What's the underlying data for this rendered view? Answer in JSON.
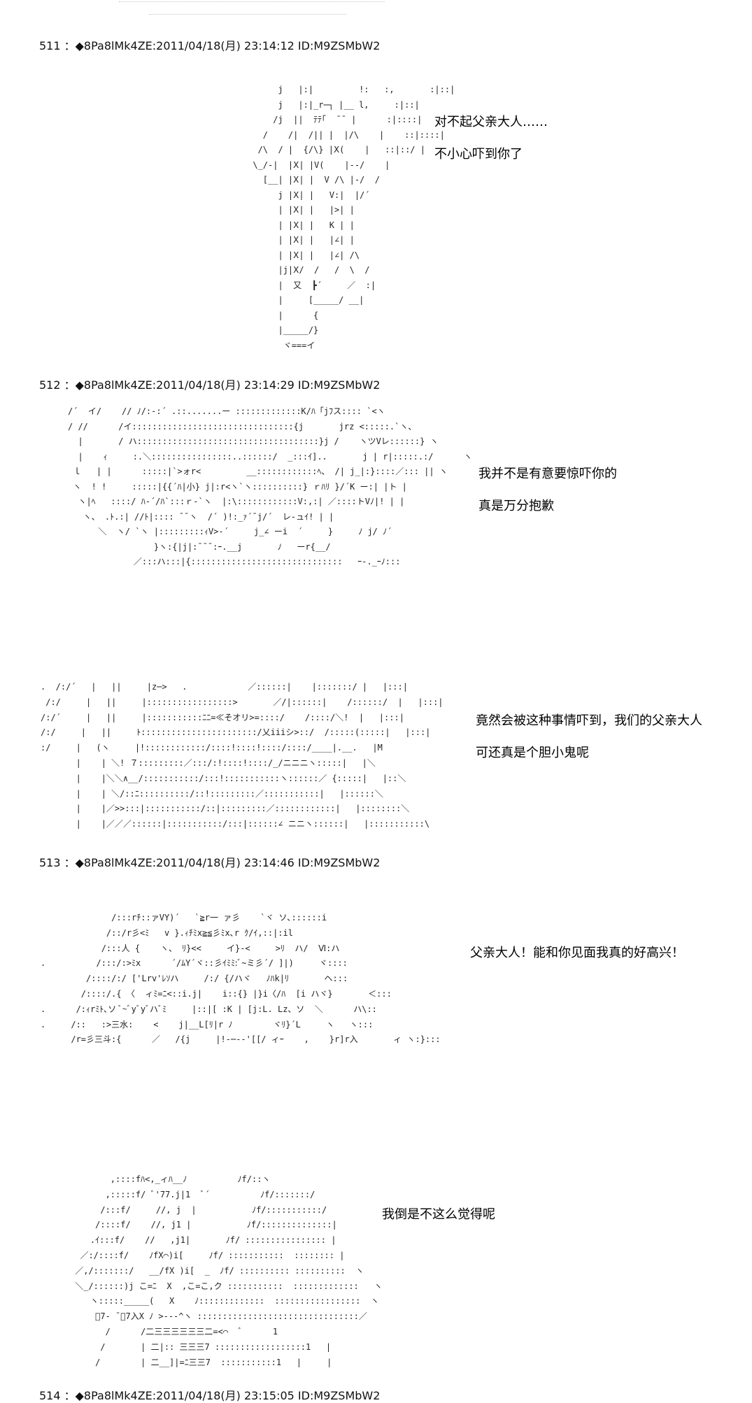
{
  "top": {
    "rule_top": "................................................................",
    "rule_bottom": "........................................................"
  },
  "posts": [
    {
      "header": "511 ：◆8Pa8lMk4ZE:2011/04/18(月) 23:14:12 ID:M9ZSMbW2",
      "panels": [
        {
          "art": "           j   |:|         !:   :,       :|::|\n           j   |:|_r─┐ |__ l,     :|::|\n          /j  ||  ﾃﾃ｢  ¯¯ |      :|::::|\n        /    /|  /|| |  |/\\    |    ::|::::|\n       /\\  / |  {/\\} |Ⅹ(    |   ::|::/ |\n      \\_/‐|  |Ⅹ| |V(    |‐‐/    |\n        [__| |Ⅹ| |  V /\\ |‐/  /\n           j |Ⅹ| |   V:|  |/´\n           | |Ⅹ| |   |>| |\n           | |Ⅹ| |   K | |\n           | |Ⅹ| |   |∠| |\n           | |Ⅹ| |   |∠| /\\\n           |j|Ⅹ/  /   /  \\  /\n           |  又  ┣´     ／  :|\n           |     [_____/ __|\n           |      {\n           |_____/}\n            ヾ===イ",
          "lines": [
            "对不起父亲大人……",
            "不小心吓到你了"
          ]
        }
      ]
    },
    {
      "header": "512 ：◆8Pa8lMk4ZE:2011/04/18(月) 23:14:29 ID:M9ZSMbW2",
      "panels": [
        {
          "art": "/´  イ/    // ﾉ/:-:´ .::.......ー :::::::::::::K/ﾊ「jﾌス:::: `<ヽ\n/ //      /イ::::::::::::::::::::::::::::::::{j       jrz <:::::.`ヽ、\n  |       / ハ::::::::::::::::::::::::::::::::::::}j /    ヽツVレ::::::} ヽ\n  |    ｨ     :.＼::::::::::::::::..::::::/  _:::ｲ]..       j | r|:::::.:/      ヽ\n ｌ   | |      :::::|`>ォr<         __::::::::::::ﾍ、 /| j_|:}::::／::: || ヽ\n ヽ  ! !     :::::|{{´ﾊ|小} j|:r<ヽ`ヽ::::::::::} ｒﾊﾘ }/´K ー:| |ト |\n  ヽ|ﾍ   ::::/ ﾊ-´/ﾊ`:::ｒ-`ヽ  |:\\::::::::::::V:,:| ／::::トVﾉ|! | |\n   ヽ、 .ﾄ.:| //ﾄ|:::: ¯¯ヽ  /´ )!:_ｧ´¯j/´  レ-ュｲ! | |\n      ＼  ヽ/ `ヽ |:::::::::ｨV>-´     j_∠ ーi  ´     }     ﾉ j/ ﾉ´\n                 }ヽ:{|j|:¯¯¯:ｰ.__j       ﾉ   ーr{__/\n             ／:::ハ:::|{::::::::::::::::::::::::::::::   ｰ‐._ｰﾉ:::",
          "lines": [
            "我并不是有意要惊吓你的",
            "真是万分抱歉"
          ]
        },
        {
          "art": ".  /:/´   |   ||     |z─>   .            ／::::::|    |:::::::/ |   |:::|\n /:/     |   ||     |:::::::::::::::::>       ／/|::::::|    /::::::/  |   |:::|\n/:/´     |   ||     |:::::::::::ﾆﾆ=≪そオリ>=::::/    /::::/＼!  |   |:::|\n/:/     |   ||     ﾄ:::::::::::::::::::::::/乂iiiシ>::/  /:::::(:::::|   |:::|\n:/     |   (ヽ     |!::::::::::::/::::!::::!::::/::::/____|.__.   |M\n       |    | ＼! ７:::::::::／:::/:!::::!::::/_/ニニニヽ:::::|   |＼\n       |    |＼＼∧__/:::::::::::/:::!:::::::::::ヽ::::::／ {:::::|   |::＼\n       |    | ＼/::ﾆ::::::::::/::!:::::::::／:::::::::::|   |::::::＼\n       |    |／>>:::|:::::::::::/::|:::::::::／::::::::::::|   |::::::::＼\n       |    |／／／::::::|:::::::::::/:::|::::::∠ ニニヽ::::::|   |:::::::::::\\",
          "lines": [
            "竟然会被这种事情吓到，我们的父亲大人",
            "可还真是个胆小鬼呢"
          ]
        }
      ]
    },
    {
      "header": "513 ：◆8Pa8lMk4ZE:2011/04/18(月) 23:14:46 ID:M9ZSMbW2",
      "panels": [
        {
          "art": "              /:::rﾁ::ァVY)´   `≧r一 ァ彡    `ヾ ソ､::::::i\n             /::/r彡<ﾐ   v }.ｨﾁﾐx≧≦彡ﾐx､r ｸ/ｲ,::|:il\n            /:::人 {    ヽ、 ﾘ}<<     イ}‐<     >ﾘ  ハ/  Ⅵ:ハ\n.          /:::/:>ﾐx      ´/ﾑY´ヾ::彡ｲﾐﾐ:ﾞ~ミ彡´/ ]|)     ヾ::::\n         /::::/:/ ['Lrv'ﾚｿハ     /:/ {/ハヾ   ﾉﾊk|ﾘ       ヘ:::\n        /::::/.{ 〈  ィﾐ=ﾆ<::i.j|    i::{} |}i〈/ﾊ  [i ハヾ}       ＜:::\n.      /:ｨrﾐﾄ､ソ ﾞ~ﾞyﾞyﾞハﾞﾐ     |::|[ :K | [j:L. Lz、ソ  ＼      ハ\\::\n.     /::   :>三水:    <    j|__L[ﾘ|r ﾉ        ヾﾘ}´L     ヽ   ヽ:::\n      /r=彡三斗:{      ／   /{j     |!‐─‐‐'[[/ ィｰ    ,    }r]r入       ィ ヽ:}:::",
          "lines": [
            "父亲大人！能和你见面我真的好高兴！"
          ]
        },
        {
          "art": "        ,::::fﾊ<,_ィﾊ__ﾉ          ﾉf/::ヽ\n       ,:::::f/ ﾞ'77.j|1  ﾞ´          ﾉf/:::::::/\n      /:::f/     //, j  |           ﾉf/:::::::::::/\n     /::::f/    //, j1 |           ﾉf/::::::::::::::|\n    .ｲ:::f/    //   ,j1|       ﾉf/ :::::::::::::::: |\n  ／:/::::f/    ﾉfX⌒)i[     ﾉf/ :::::::::::  :::::::: |\n ／,/:::::::/   __/fX )i[  _  ﾉf/ :::::::::: ::::::::::  ヽ\n ＼_/::::::)j こ=ﾆ  X  ,こ=こ,ク :::::::::::  :::::::::::::   ヽ\n    ヽ:::::_____(   X    ﾉ:::::::::::::  :::::::::::::::::  ヽ\n     ﾞ7‐ ¯ﾞ7入X ﾉ >‐‐‐^ヽ ::::::::::::::::::::::::::::::::／\n       /      /二三三三三三三二=<⌒  ﾞ      1\n      /       | 二|:: 三三三7 ::::::::::::::::::1   |\n     /        | 二__]|=ﾆ三三7  :::::::::::1   |     |",
          "lines": [
            "我倒是不这么觉得呢"
          ]
        }
      ]
    },
    {
      "header": "514 ：◆8Pa8lMk4ZE:2011/04/18(月) 23:15:05 ID:M9ZSMbW2",
      "panels": []
    }
  ]
}
